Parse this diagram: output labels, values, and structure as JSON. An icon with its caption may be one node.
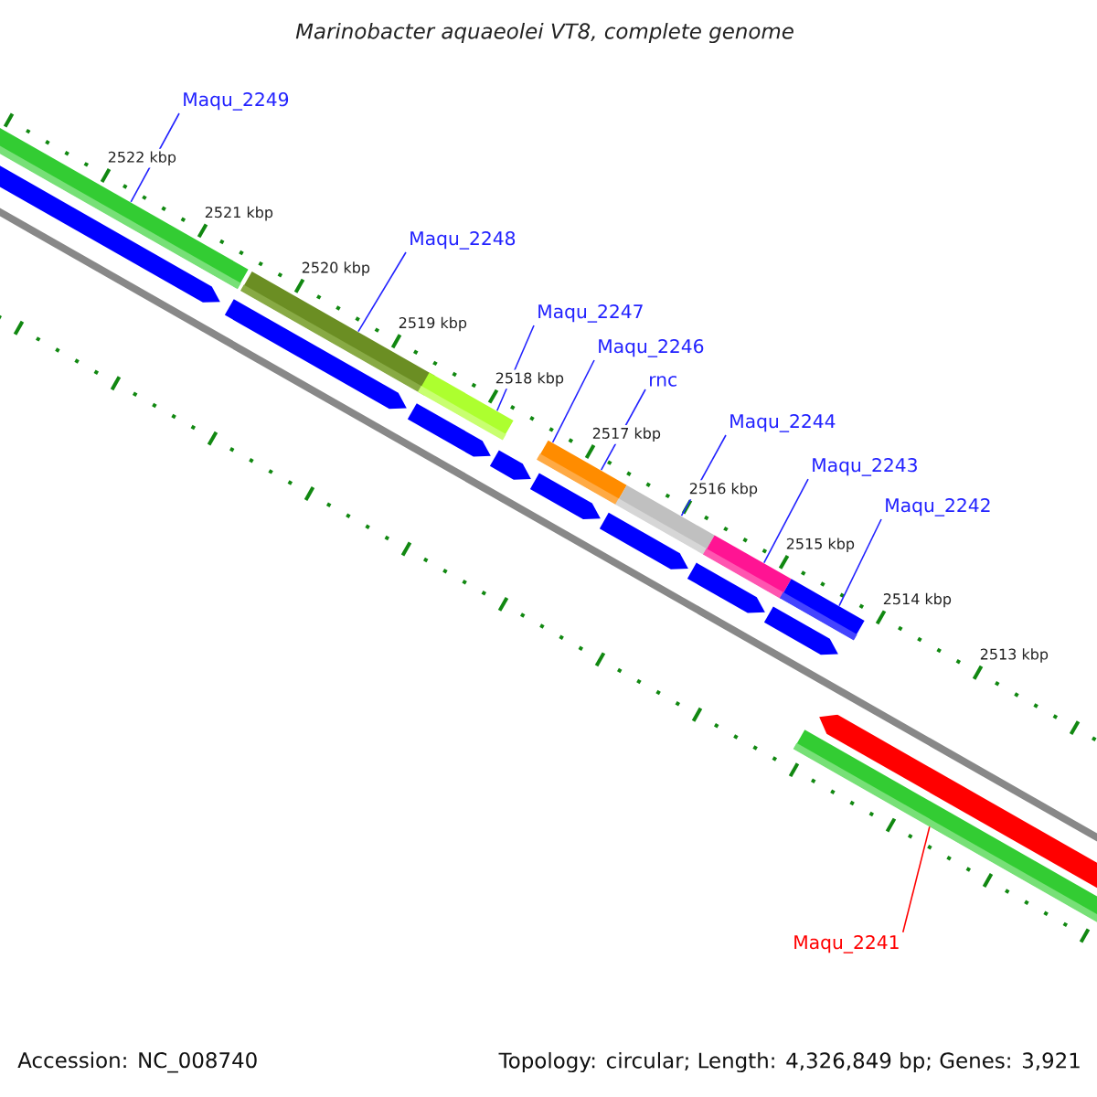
{
  "diagram": {
    "title": "Marinobacter aquaeolei VT8, complete genome",
    "nodes": [
      {
        "text": [
          "Maqu_2249"
        ]
      },
      {
        "text": [
          "Maqu_2248"
        ]
      },
      {
        "text": [
          "Maqu_2247"
        ]
      },
      {
        "text": [
          "Maqu_2246"
        ]
      },
      {
        "text": [
          "rnc"
        ]
      },
      {
        "text": [
          "Maqu_2244"
        ]
      },
      {
        "text": [
          "Maqu_2243"
        ]
      },
      {
        "text": [
          "Maqu_2242"
        ]
      },
      {
        "text": [
          "Maqu_2241"
        ]
      },
      {
        "text": [],
        "shape": "bar"
      },
      {
        "text": [],
        "shape": "bar"
      },
      {
        "text": [],
        "shape": "bar"
      },
      {
        "text": [],
        "shape": "bar"
      },
      {
        "text": [],
        "shape": "bar"
      },
      {
        "text": [],
        "shape": "bar"
      },
      {
        "text": [],
        "shape": "bar"
      },
      {
        "text": [],
        "shape": "bar"
      },
      {
        "text": [],
        "shape": "bar"
      },
      {
        "text": [],
        "shape": "bar"
      },
      {
        "text": [],
        "shape": "bar"
      },
      {
        "text": [],
        "shape": "bar"
      },
      {
        "text": [],
        "shape": "bar"
      },
      {
        "text": [],
        "shape": "bar"
      },
      {
        "text": [],
        "shape": "bar"
      },
      {
        "text": [],
        "shape": "bar"
      },
      {
        "text": [],
        "shape": "bar"
      }
    ],
    "edges": [
      {
        "from": 0,
        "to": 9,
        "arrow": "none"
      },
      {
        "from": 1,
        "to": 10,
        "arrow": "none"
      },
      {
        "from": 2,
        "to": 11,
        "arrow": "none"
      },
      {
        "from": 3,
        "to": 12,
        "arrow": "none"
      },
      {
        "from": 4,
        "to": 12,
        "arrow": "none"
      },
      {
        "from": 5,
        "to": 13,
        "arrow": "none"
      },
      {
        "from": 6,
        "to": 14,
        "arrow": "none"
      },
      {
        "from": 7,
        "to": 15,
        "arrow": "none"
      },
      {
        "from": 8,
        "to": 16,
        "arrow": "none",
        "color": "#ff0000"
      }
    ],
    "labels": [
      "2522 kbp",
      "2521 kbp",
      "2520 kbp",
      "2519 kbp",
      "2518 kbp",
      "2517 kbp",
      "2516 kbp",
      "2515 kbp",
      "2514 kbp",
      "2513 kbp",
      "Accession: NC_008740",
      "Topology: circular; Length: 4,326,849 bp; Genes: 3,921"
    ]
  }
}
